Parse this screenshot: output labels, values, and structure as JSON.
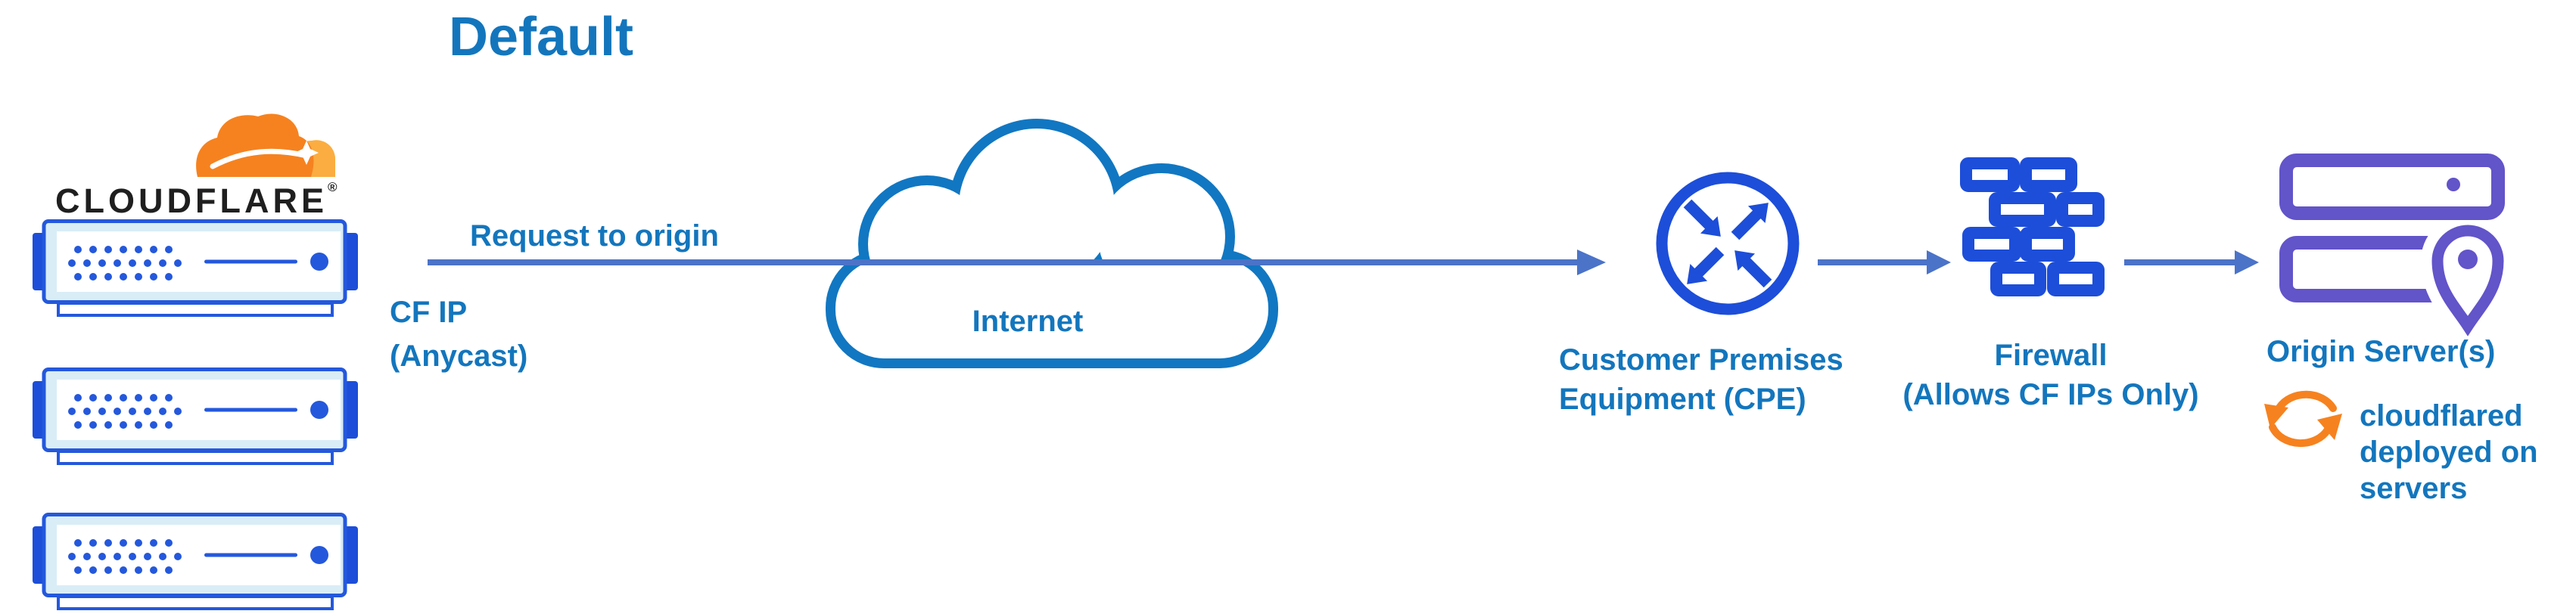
{
  "diagram_title": "Default",
  "cloudflare": {
    "wordmark": "CLOUDFLARE",
    "registered_mark": "®",
    "server_count": 3
  },
  "edge_connection": {
    "request_label": "Request to origin",
    "ip_label_line1": "CF IP",
    "ip_label_line2": "(Anycast)"
  },
  "internet": {
    "label": "Internet"
  },
  "cpe": {
    "label_line1": "Customer Premises",
    "label_line2": "Equipment (CPE)"
  },
  "firewall": {
    "label_line1": "Firewall",
    "label_line2": "(Allows CF IPs Only)"
  },
  "origin": {
    "label": "Origin Server(s)",
    "annotation_line1": "cloudflared",
    "annotation_line2": "deployed on",
    "annotation_line3": "servers"
  },
  "colors": {
    "label_blue": "#1376bd",
    "icon_blue": "#1d4ed9",
    "arrow_blue": "#4b73c8",
    "cloud_blue": "#1177c2",
    "server_blue": "#2458dc",
    "server_fill": "#d9edf7",
    "brand_orange": "#f6821f",
    "brand_orange_light": "#fbad41",
    "origin_purple": "#6254c9",
    "wordmark_black": "#1f1f1f"
  }
}
